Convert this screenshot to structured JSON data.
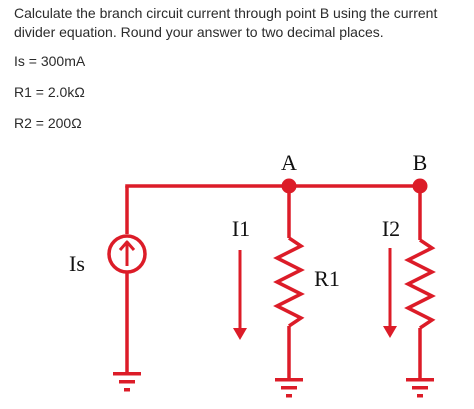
{
  "question": {
    "prompt": "Calculate the branch circuit current through point B using the current divider equation. Round your answer to two decimal places.",
    "givens": [
      "Is = 300mA",
      "R1 = 2.0kΩ",
      "R2 = 200Ω"
    ]
  },
  "circuit": {
    "labels": {
      "node_a": "A",
      "node_b": "B",
      "source": "Is",
      "current_1": "I1",
      "current_2": "I2",
      "resistor_1": "R1"
    },
    "wire_color": "#dc1c28",
    "label_color": "#111111"
  }
}
